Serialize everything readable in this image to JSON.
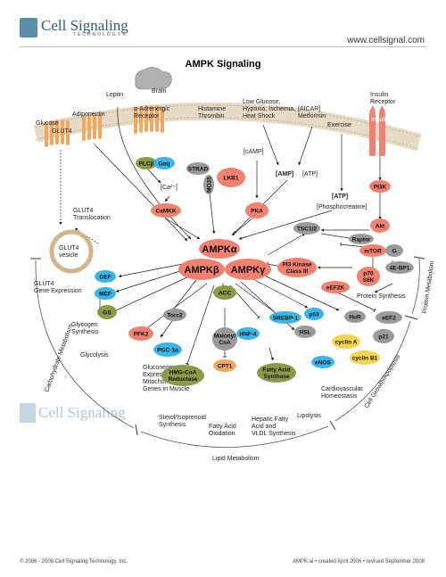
{
  "header": {
    "brand_name": "Cell Signaling",
    "brand_sub": "TECHNOLOGY®",
    "url": "www.cellsignal.com"
  },
  "title": "AMPK Signaling",
  "colors": {
    "red": "#f08070",
    "orange": "#f0a860",
    "yellow": "#f6d450",
    "blue": "#39b6e8",
    "green": "#8a9a48",
    "gray": "#9a9a9a",
    "membrane": "#e6dcc6"
  },
  "top_labels": {
    "brain": "Brain",
    "leptin": "Leptin",
    "adiponectin": "Adiponectin",
    "glucose": "Glucose",
    "glut4": "GLUT4",
    "alpha_receptor": "α-Adrenergic\nReceptor",
    "histamine": "Histamine\nThrombin",
    "stress": "Low Glucose,\nHypoxia, Ischemia,\nHeat Shock",
    "aicar": "[AICAR]\nMetformin",
    "insulin_receptor": "Insulin\nReceptor",
    "insulin": "Insulin",
    "exercise": "Exercise",
    "camp": "[cAMP]",
    "amp_atp_amp": "[AMP]",
    "amp_atp_atp": "[ATP]",
    "atp": "[ATP]",
    "phosphocreatine": "[Phosphocreatine]",
    "ca": "[Ca²⁺]"
  },
  "nodes": {
    "plcb": "PLCβ",
    "gaq": "Gαq",
    "strad": "STRAD",
    "mo25": "MO25",
    "lkb1": "LKB1",
    "camkk": "CaMKK",
    "pka": "PKA",
    "pi3k": "PI3K",
    "akt": "Akt",
    "tsc": "TSC1/2",
    "raptor": "Raptor",
    "mtor": "mTOR",
    "gbl": "G",
    "pi3kc3": "PI3 Kinase\nClass III",
    "p70": "p70\nS6K",
    "ebp1": "4E-BP1",
    "eef2k": "eEF2K",
    "eef2": "eEF2",
    "gef": "GEF",
    "mef": "MEF",
    "gs": "GS",
    "torc2": "Torc2",
    "pfk2": "PFK2",
    "pgc": "PGC-1α",
    "acc": "ACC",
    "hmg": "HMG-CoA\nReductase",
    "malonyl": "Malonyl\nCoA",
    "cpt1": "CPT1",
    "hnf4": "HNF-4",
    "srebp": "SREBP-1",
    "fas": "Fatty Acid\nSynthase",
    "hsl": "HSL",
    "p53": "p53",
    "enos": "eNOS",
    "hur": "HuR",
    "cyclina": "cyclin A",
    "cyclinb": "cyclin B1",
    "p21": "p21",
    "glut4v": "GLUT4\nvesicle"
  },
  "ampk": {
    "alpha": "AMPKα",
    "beta": "AMPKβ",
    "gamma": "AMPKγ"
  },
  "outcomes": {
    "glut4_trans": "GLUT4\nTranslocation",
    "glut4_expr": "GLUT4\nGene Expression",
    "glycogen": "Glycogen\nSynthesis",
    "glycolysis": "Glycolysis",
    "gluconeo": "Gluconeogenesis\nExpression of\nMitochondrial\nGenes in Muscle",
    "sterol": "Sterol/Isoprenoid\nSynthesis",
    "fa_ox": "Fatty Acid\nOxidation",
    "hepatic": "Hepatic Fatty\nAcid and\nVLDL Synthesis",
    "lipolysis": "Lipolysis",
    "cardio": "Cardiovascular\nHomeostasis",
    "protein_syn": "Protein Synthesis"
  },
  "arc_labels": {
    "carb": "Carbohydrate Metabolism",
    "lipid": "Lipid Metabolism",
    "growth": "Cell Growth/Apoptosis",
    "protein": "Protein Metabolism"
  },
  "footer": {
    "left": "© 2006 - 2008 Cell Signaling Technology, Inc.",
    "right": "AMPK.ai • created April 2006 • revised September 2008"
  }
}
